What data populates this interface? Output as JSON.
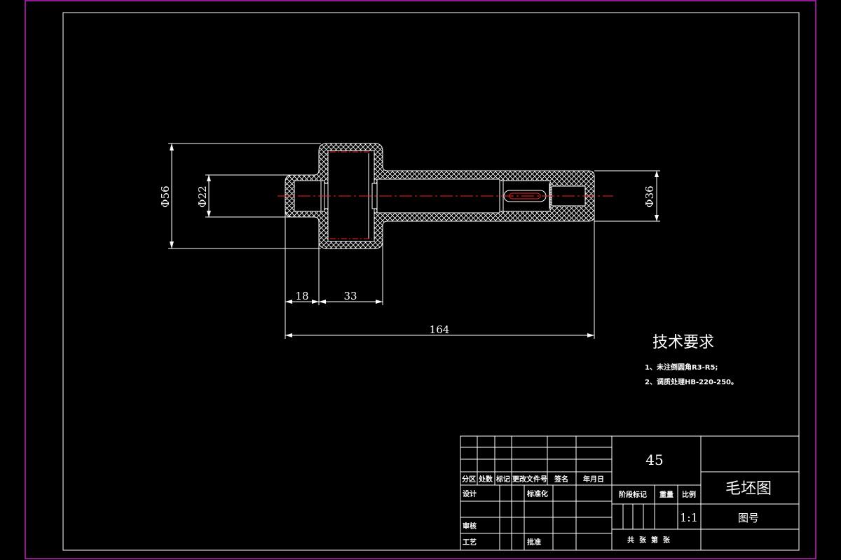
{
  "colors": {
    "background": "#000000",
    "border_outer": "#c020c0",
    "line": "#ffffff",
    "center_line": "#ff2020"
  },
  "dimensions": {
    "dia56": "Φ56",
    "dia22": "Φ22",
    "dia36": "Φ36",
    "len18": "18",
    "len33": "33",
    "len164": "164"
  },
  "tech": {
    "title": "技术要求",
    "item1": "1、未注倒圆角R3-R5;",
    "item2": "2、调质处理HB-220-250。"
  },
  "title_block": {
    "material": "45",
    "drawing_name": "毛坯图",
    "drawing_no_label": "图号",
    "scale_value": "1:1",
    "h_fenqu": "分区",
    "h_chushu": "处数",
    "h_biaoji": "标记",
    "h_gengai": "更改文件号",
    "h_qianming": "签名",
    "h_nianyueri": "年月日",
    "r_sheji": "设计",
    "r_biaozhunhua": "标准化",
    "r_shenhe": "审核",
    "r_gongyi": "工艺",
    "r_pizhun": "批准",
    "h_jieduan": "阶段标记",
    "h_zhongliang": "重量",
    "h_bili": "比例",
    "sheets": "共  张  第  张"
  }
}
